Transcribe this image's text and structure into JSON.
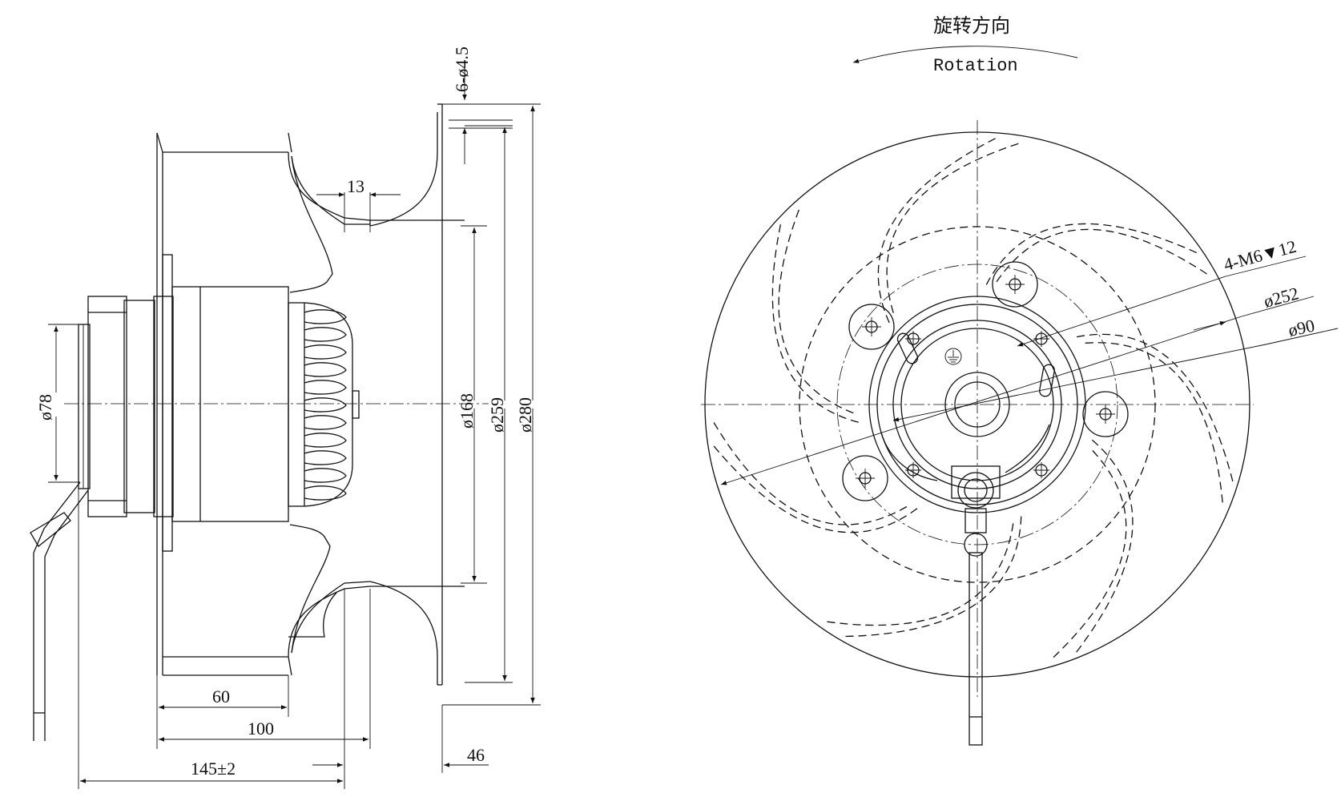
{
  "rotation": {
    "label_cn": "旋转方向",
    "label_en": "Rotation"
  },
  "side_view": {
    "dims": {
      "hole": "6-ø4.5",
      "thirteen": "13",
      "d168": "ø168",
      "d259": "ø259",
      "d280": "ø280",
      "d78": "ø78",
      "sixty": "60",
      "hundred": "100",
      "overall": "145±2",
      "forty_six": "46"
    }
  },
  "front_view": {
    "dims": {
      "thread": "4-M6▼12",
      "d252": "ø252",
      "d90": "ø90"
    }
  }
}
